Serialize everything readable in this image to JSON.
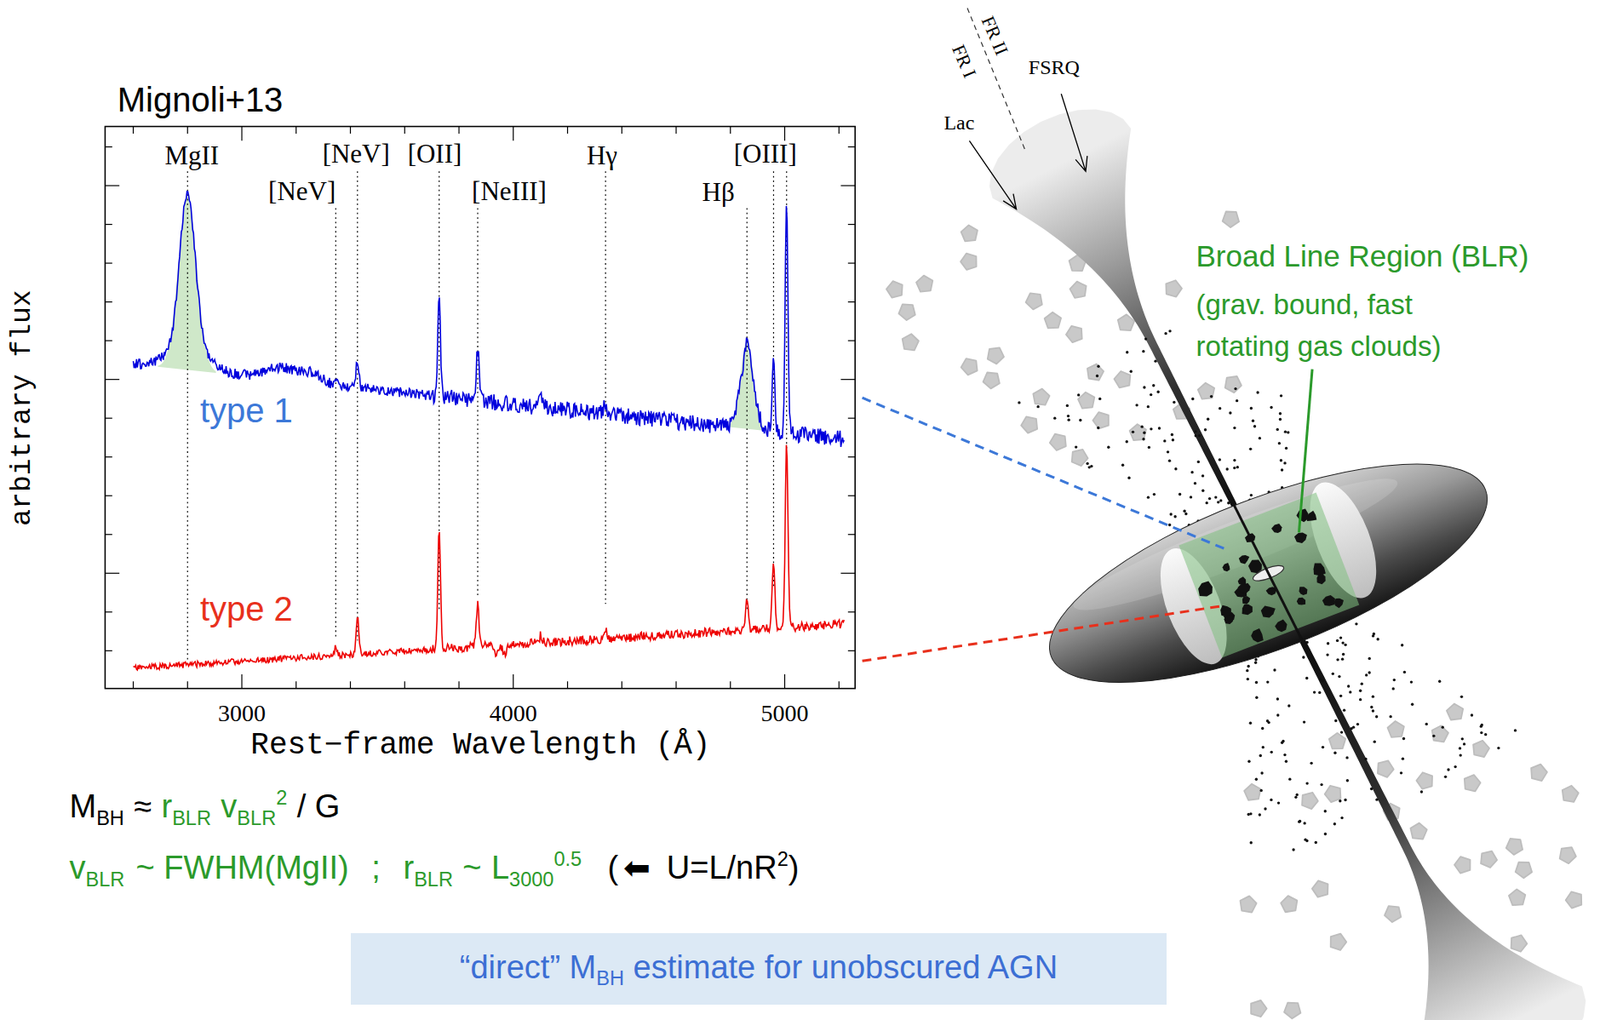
{
  "diagram": {
    "nodes": [
      {
        "text": [
          "“direct” M",
          "BH",
          "estimate for unobscured AGN"
        ]
      }
    ],
    "labels": [
      "Mignoli+13",
      "MgII",
      "[NeV]",
      "[NeV]",
      "[OII]",
      "[NeIII]",
      "Hγ",
      "Hβ",
      "[OIII]",
      "type 1",
      "type 2",
      "arbitrary flux",
      "3000",
      "4000",
      "5000",
      "Rest−frame Wavelength (Å)",
      "FR II",
      "FR I",
      "FSRQ",
      "Lac",
      "Broad Line Region (BLR)",
      "(grav. bound, fast rotating gas clouds)",
      "M",
      "BH",
      "≈",
      "r",
      "BLR",
      "v",
      "BLR",
      "2",
      "/ G",
      "v",
      "BLR",
      "~ FWHM(MgII)",
      ";",
      "r",
      "BLR",
      "~",
      "L",
      "3000",
      "0.5",
      "(",
      "⬅",
      "U=L/nR",
      "2",
      ")"
    ]
  }
}
